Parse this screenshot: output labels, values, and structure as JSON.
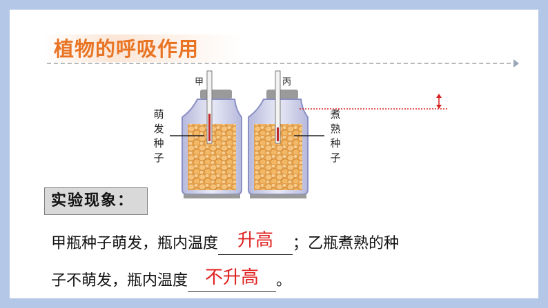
{
  "slide": {
    "title": "植物的呼吸作用",
    "section_label": "实验现象："
  },
  "diagram": {
    "jar_a_label": "甲",
    "jar_b_label": "丙",
    "left_label_chars": [
      "萌",
      "发",
      "种",
      "子"
    ],
    "right_label_chars": [
      "煮",
      "熟",
      "种",
      "子"
    ],
    "seed_color": "#f2b35d",
    "liquid_mark_color": "#d9201f"
  },
  "result": {
    "line1_before": "甲瓶种子萌发，瓶内温度",
    "answer1": "升高",
    "line1_after": "；乙瓶煮熟的种",
    "line2_before": "子不萌发，瓶内温度",
    "answer2": "不升高",
    "line2_after": "。"
  }
}
